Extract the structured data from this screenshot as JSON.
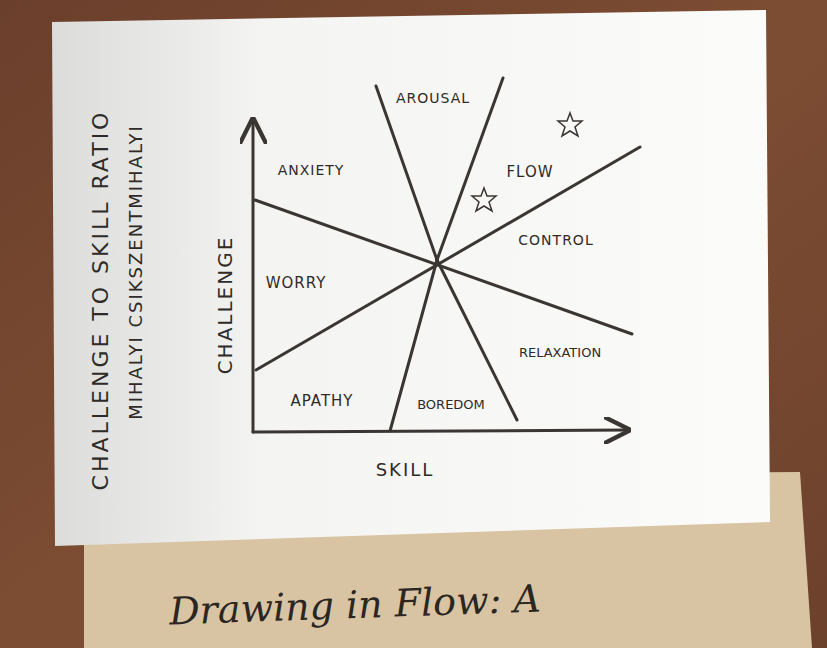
{
  "diagram": {
    "title": "CHALLENGE TO SKILL RATIO",
    "labels": [
      "MIHALYI CSIKSZENTMIHALYI",
      "ANXIETY",
      "AROUSAL",
      "FLOW",
      "WORRY",
      "CONTROL",
      "APATHY",
      "BOREDOM",
      "RELAXATION",
      "CHALLENGE",
      "SKILL",
      "Drawing in Flow: A"
    ]
  }
}
